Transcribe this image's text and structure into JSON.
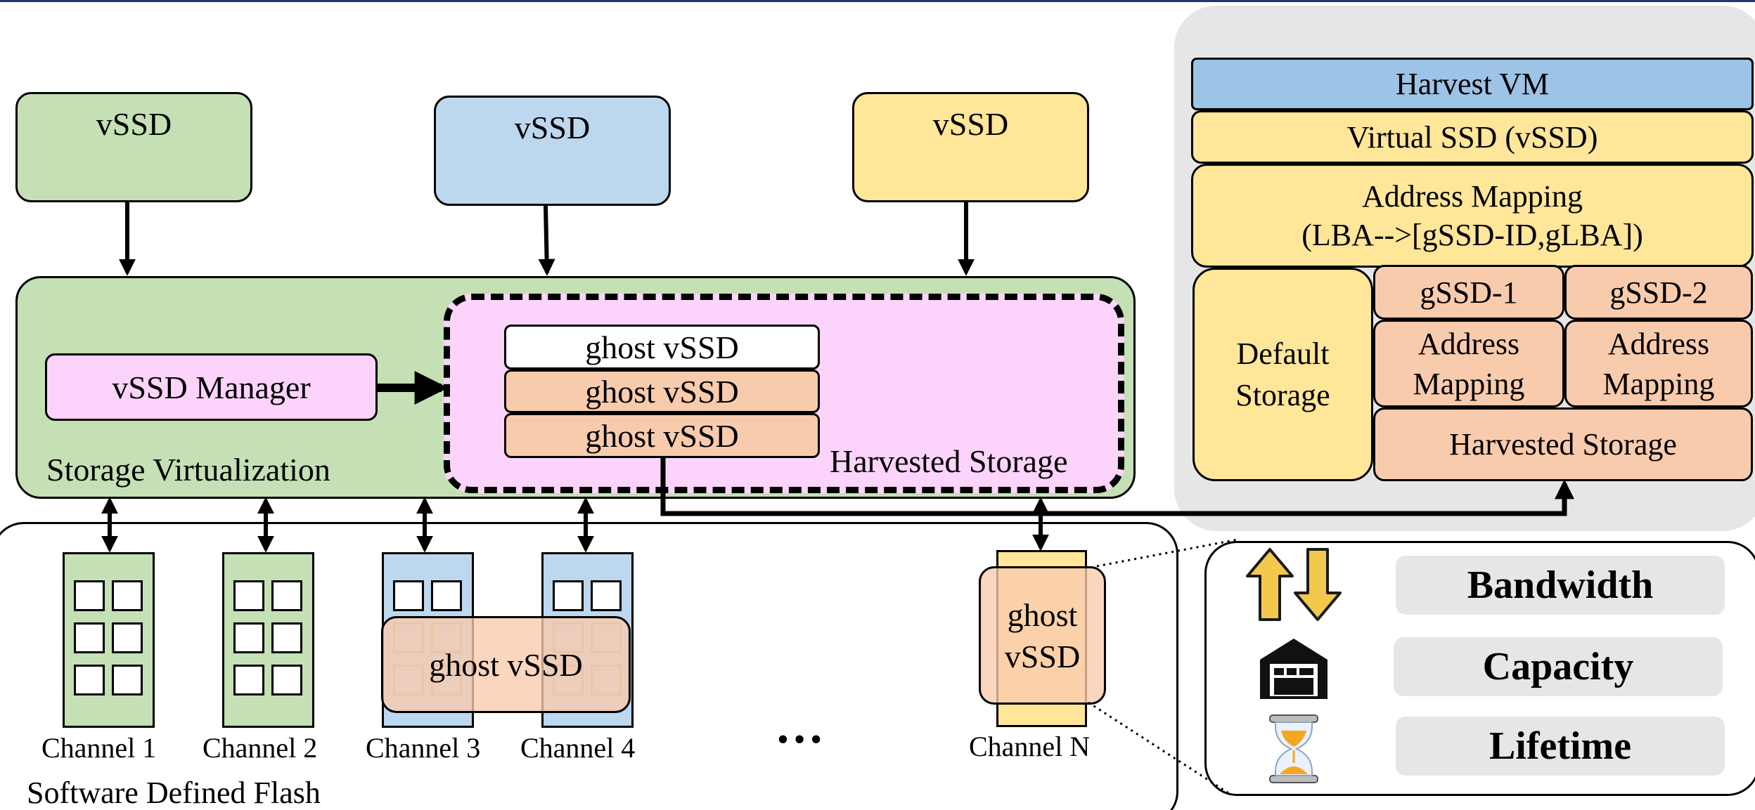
{
  "vssds": [
    "vSSD",
    "vSSD",
    "vSSD"
  ],
  "storage_virtualization": {
    "label": "Storage Virtualization",
    "manager": "vSSD Manager",
    "harvested_label": "Harvested Storage",
    "ghost_rows": [
      "ghost vSSD",
      "ghost vSSD",
      "ghost vSSD"
    ]
  },
  "harvest_vm": {
    "title": "Harvest VM",
    "virtual_ssd": "Virtual SSD (vSSD)",
    "address_mapping": "Address Mapping",
    "address_mapping_formula": "(LBA-->[gSSD-ID,gLBA])",
    "default_storage_line1": "Default",
    "default_storage_line2": "Storage",
    "gssd1": "gSSD-1",
    "gssd2": "gSSD-2",
    "gssd_map_line1": "Address",
    "gssd_map_line2": "Mapping",
    "harvested_storage": "Harvested Storage"
  },
  "flash": {
    "label": "Software Defined Flash",
    "channels": [
      "Channel 1",
      "Channel 2",
      "Channel 3",
      "Channel 4"
    ],
    "channel_n": "Channel N",
    "ellipsis": "…",
    "ghost_overlay": "ghost vSSD",
    "ghost_n_line1": "ghost",
    "ghost_n_line2": "vSSD"
  },
  "legend": {
    "items": [
      "Bandwidth",
      "Capacity",
      "Lifetime"
    ],
    "icons": [
      "bandwidth-arrows-icon",
      "warehouse-icon",
      "hourglass-icon"
    ]
  },
  "colors": {
    "green": "#c5e0b4",
    "blue": "#bdd7ee",
    "yellow": "#ffe699",
    "pink": "#fbd3fb",
    "peach": "#f8cbad",
    "harvest_vm_blue": "#9dc3e6",
    "panel_gray": "#e7e6e6"
  }
}
